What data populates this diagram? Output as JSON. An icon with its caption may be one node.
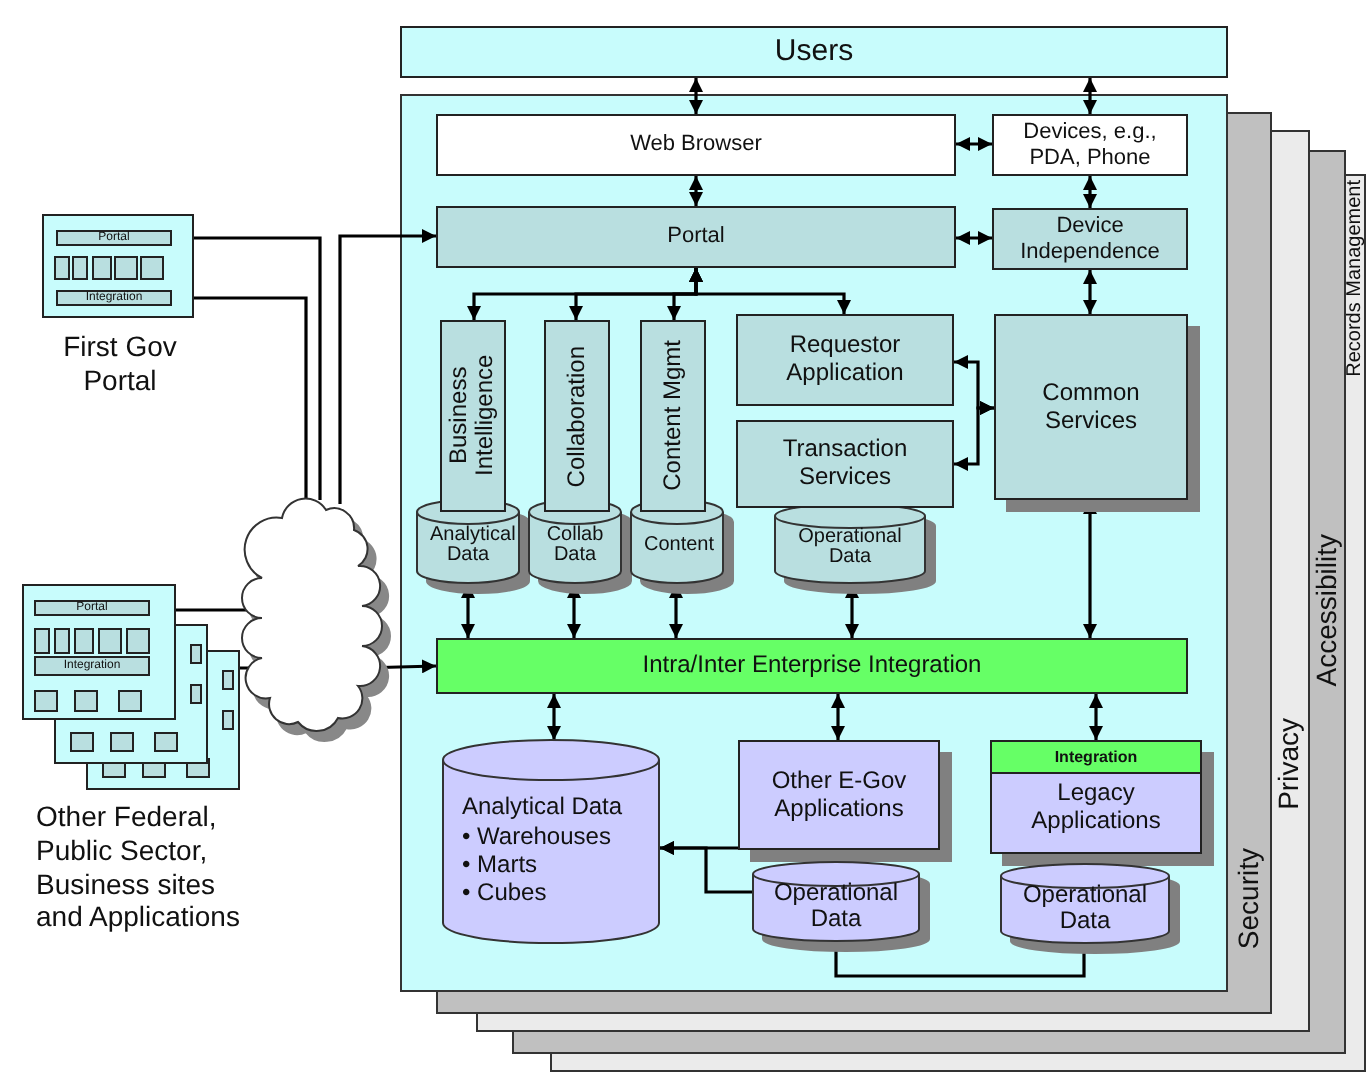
{
  "diagram": {
    "nodes": [
      {
        "text": [
          "Users"
        ]
      },
      {
        "text": [
          "Web Browser"
        ]
      },
      {
        "text": [
          "Devices, e.g., PDA, Phone"
        ]
      },
      {
        "text": [
          "Portal"
        ]
      },
      {
        "text": [
          "Device Independence"
        ]
      },
      {
        "text": [
          "Business Intelligence"
        ]
      },
      {
        "text": [
          "Collaboration"
        ]
      },
      {
        "text": [
          "Content Mgmt"
        ]
      },
      {
        "text": [
          "Requestor Application"
        ]
      },
      {
        "text": [
          "Common Services"
        ]
      },
      {
        "text": [
          "Transaction Services"
        ]
      },
      {
        "text": [
          "Analytical Data"
        ]
      },
      {
        "text": [
          "Collab Data"
        ]
      },
      {
        "text": [
          "Content"
        ]
      },
      {
        "text": [
          "Operational Data"
        ]
      },
      {
        "text": [
          "Intra/Inter Enterprise Integration"
        ]
      },
      {
        "text": [
          "Analytical Data",
          "• Warehouses",
          "• Marts",
          "• Cubes"
        ]
      },
      {
        "text": [
          "Other E-Gov Applications"
        ]
      },
      {
        "text": [
          "Integration",
          "Legacy Applications"
        ]
      },
      {
        "text": [
          "Operational Data"
        ]
      },
      {
        "text": [
          "Operational Data"
        ]
      },
      {
        "text": [
          "First Gov Portal"
        ]
      },
      {
        "text": [
          "Portal"
        ],
        "in": 21
      },
      {
        "text": [
          "Integration"
        ],
        "in": 21
      },
      {
        "text": [
          "Other Federal, Public Sector, Business sites and Applications"
        ]
      },
      {
        "text": [
          "Portal"
        ],
        "in": 24
      },
      {
        "text": [
          "Integration"
        ],
        "in": 24
      },
      {
        "text": [],
        "shape": "cloud"
      },
      {
        "text": [
          "Security"
        ]
      },
      {
        "text": [
          "Privacy"
        ]
      },
      {
        "text": [
          "Accessibility"
        ]
      },
      {
        "text": [
          "Records Management"
        ]
      }
    ],
    "edges": [
      {
        "from": 0,
        "to": 1,
        "arrow": "both"
      },
      {
        "from": 0,
        "to": 2,
        "arrow": "both"
      },
      {
        "from": 1,
        "to": 2,
        "arrow": "both"
      },
      {
        "from": 1,
        "to": 3,
        "arrow": "both"
      },
      {
        "from": 3,
        "to": 4,
        "arrow": "both"
      },
      {
        "from": 2,
        "to": 4,
        "arrow": "both"
      },
      {
        "from": 4,
        "to": 9,
        "arrow": "both"
      },
      {
        "from": 3,
        "to": 5,
        "arrow": "both"
      },
      {
        "from": 3,
        "to": 6,
        "arrow": "both"
      },
      {
        "from": 3,
        "to": 7,
        "arrow": "both"
      },
      {
        "from": 3,
        "to": 8,
        "arrow": "both"
      },
      {
        "from": 9,
        "to": 8,
        "arrow": "both"
      },
      {
        "from": 9,
        "to": 10,
        "arrow": "both"
      },
      {
        "from": 11,
        "to": 15,
        "arrow": "both"
      },
      {
        "from": 12,
        "to": 15,
        "arrow": "both"
      },
      {
        "from": 13,
        "to": 15,
        "arrow": "both"
      },
      {
        "from": 14,
        "to": 15,
        "arrow": "both"
      },
      {
        "from": 9,
        "to": 15,
        "arrow": "both"
      },
      {
        "from": 15,
        "to": 16,
        "arrow": "both"
      },
      {
        "from": 15,
        "to": 17,
        "arrow": "both"
      },
      {
        "from": 15,
        "to": 18,
        "arrow": "both"
      },
      {
        "from": 17,
        "to": 16,
        "arrow": "to"
      },
      {
        "from": 19,
        "to": 16,
        "arrow": "to"
      },
      {
        "from": 19,
        "to": 20,
        "arrow": "none"
      },
      {
        "from": 27,
        "to": 3,
        "arrow": "to"
      },
      {
        "from": 27,
        "to": 22,
        "arrow": "to"
      },
      {
        "from": 27,
        "to": 23,
        "arrow": "to"
      },
      {
        "from": 27,
        "to": 25,
        "arrow": "to"
      },
      {
        "from": 27,
        "to": 26,
        "arrow": "to"
      },
      {
        "from": 27,
        "to": 15,
        "arrow": "to"
      }
    ]
  }
}
